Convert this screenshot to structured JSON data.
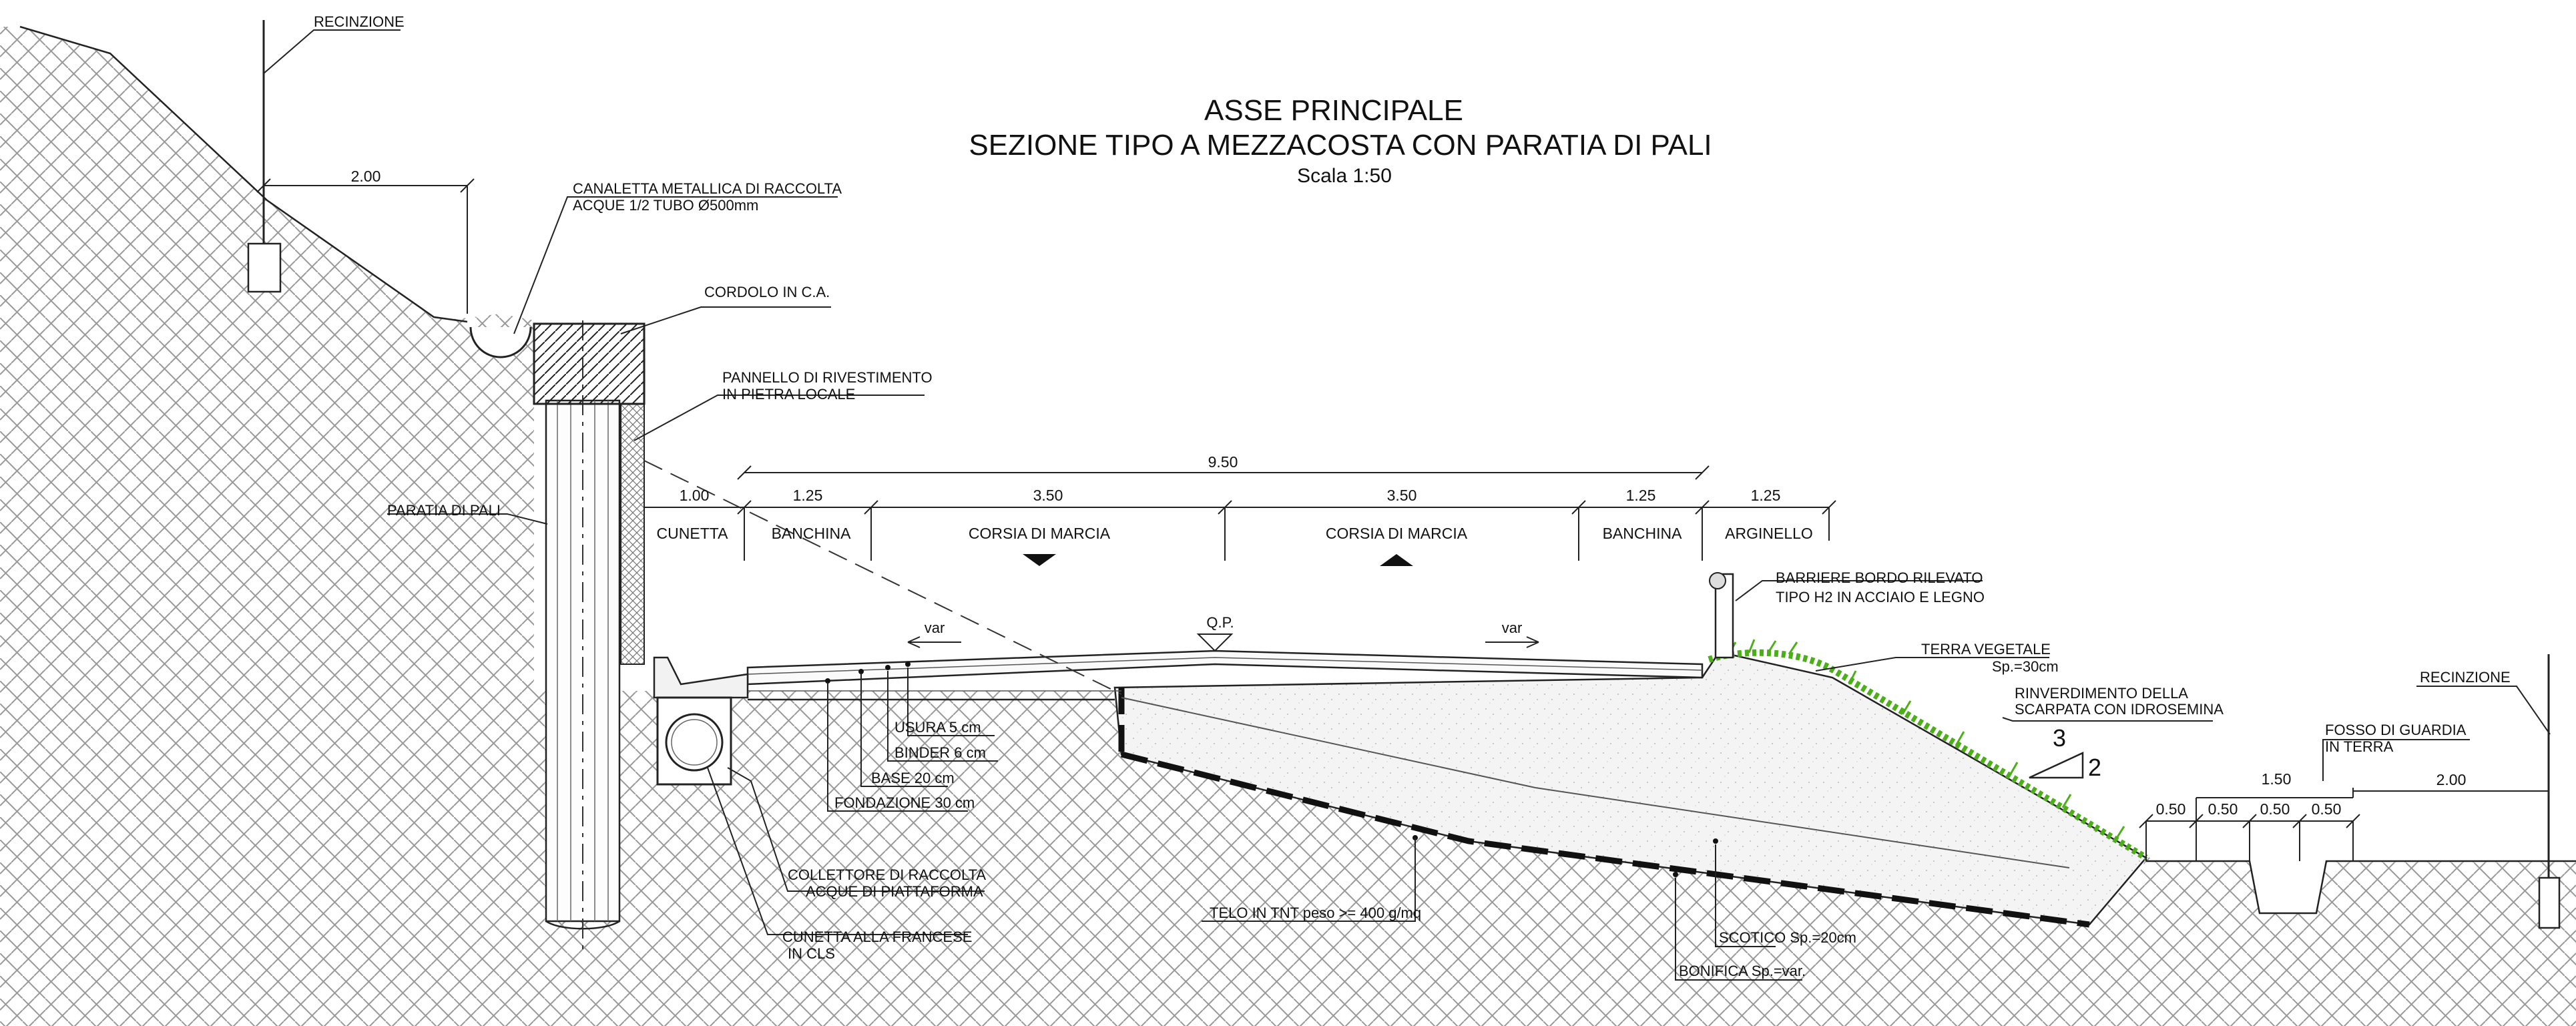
{
  "title": {
    "line1": "ASSE PRINCIPALE",
    "line2": "SEZIONE TIPO A MEZZACOSTA CON PARATIA DI PALI",
    "scale": "Scala 1:50"
  },
  "labels": {
    "recinzione_left": "RECINZIONE",
    "canaletta_1": "CANALETTA METALLICA DI RACCOLTA",
    "canaletta_2": "ACQUE 1/2 TUBO Ø500mm",
    "cordolo": "CORDOLO IN C.A.",
    "pannello_1": "PANNELLO DI RIVESTIMENTO",
    "pannello_2": "IN PIETRA LOCALE",
    "paratia": "PARATIA DI PALI",
    "barriere_1": "BARRIERE BORDO RILEVATO",
    "barriere_2": "TIPO H2 IN ACCIAIO E LEGNO",
    "terra_1": "TERRA VEGETALE",
    "terra_2": "Sp.=30cm",
    "rinverd_1": "RINVERDIMENTO DELLA",
    "rinverd_2": "SCARPATA CON IDROSEMINA",
    "recinzione_right": "RECINZIONE",
    "fosso_1": "FOSSO DI GUARDIA",
    "fosso_2": "IN TERRA",
    "usura": "USURA 5 cm",
    "binder": "BINDER 6 cm",
    "base": "BASE 20 cm",
    "fondazione": "FONDAZIONE 30 cm",
    "collettore_1": "COLLETTORE DI RACCOLTA",
    "collettore_2": "ACQUE DI PIATTAFORMA",
    "cunetta_fr_1": "CUNETTA ALLA FRANCESE",
    "cunetta_fr_2": "IN CLS",
    "telo": "TELO IN TNT peso >= 400 g/mq",
    "scotico": "SCOTICO Sp.=20cm",
    "bonifica": "BONIFICA Sp.=var.",
    "qp": "Q.P.",
    "var_left": "var",
    "var_right": "var"
  },
  "dimensions": {
    "total": "9.50",
    "recinzione_offset": "2.00",
    "segments": [
      "1.00",
      "1.25",
      "3.50",
      "3.50",
      "1.25",
      "1.25"
    ],
    "zones": [
      "CUNETTA",
      "BANCHINA",
      "CORSIA DI MARCIA",
      "CORSIA DI MARCIA",
      "BANCHINA",
      "ARGINELLO"
    ],
    "fosso_total": "1.50",
    "fosso_parts": [
      "0.50",
      "0.50",
      "0.50",
      "0.50"
    ],
    "fosso_offset": "2.00"
  },
  "slope": {
    "horizontal": "3",
    "vertical": "2"
  },
  "colors": {
    "line": "#111111",
    "grass": "#4caf1a",
    "fill": "#f6f6f6"
  }
}
